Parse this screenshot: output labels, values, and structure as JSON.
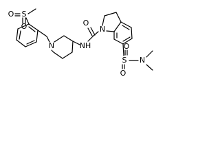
{
  "molecule": {
    "atoms": {
      "s1": "S",
      "s1_o_left": "O",
      "s1_o_down": "O",
      "n_pip": "N",
      "nh": "NH",
      "carbonyl_o": "O",
      "n_indoline": "N",
      "s2": "S",
      "s2_o_up": "O",
      "s2_o_down": "O",
      "n_dimethyl": "N"
    }
  }
}
